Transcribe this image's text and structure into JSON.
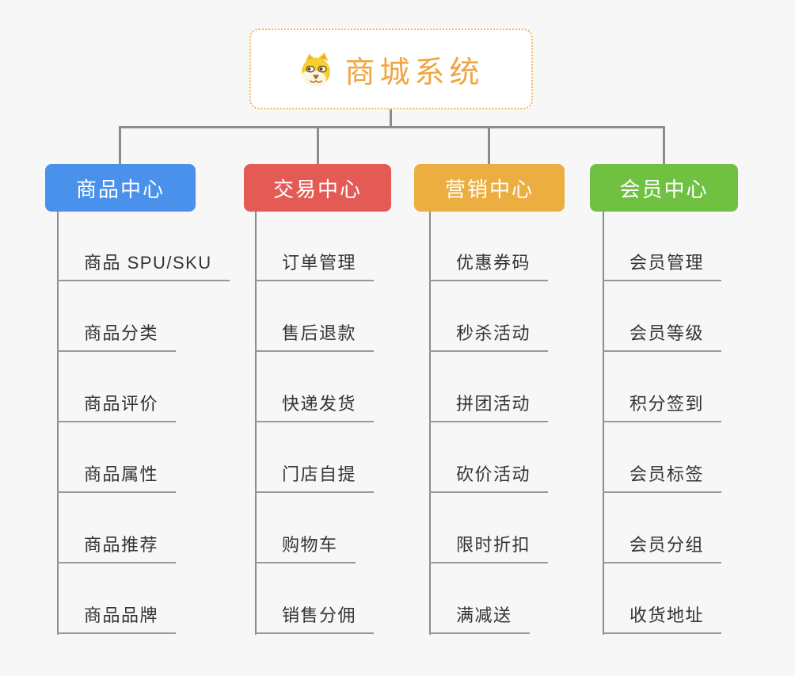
{
  "root": {
    "title": "商城系统",
    "icon": "dog-icon",
    "accent_color": "#f0a540",
    "border_color": "#f2b45e"
  },
  "line_color": "#8c8c8c",
  "underline_color": "#999999",
  "branches": [
    {
      "label": "商品中心",
      "color": "#4a91ec",
      "items": [
        "商品 SPU/SKU",
        "商品分类",
        "商品评价",
        "商品属性",
        "商品推荐",
        "商品品牌"
      ]
    },
    {
      "label": "交易中心",
      "color": "#e45a54",
      "items": [
        "订单管理",
        "售后退款",
        "快递发货",
        "门店自提",
        "购物车",
        "销售分佣"
      ]
    },
    {
      "label": "营销中心",
      "color": "#ecae40",
      "items": [
        "优惠券码",
        "秒杀活动",
        "拼团活动",
        "砍价活动",
        "限时折扣",
        "满减送"
      ]
    },
    {
      "label": "会员中心",
      "color": "#70c142",
      "items": [
        "会员管理",
        "会员等级",
        "积分签到",
        "会员标签",
        "会员分组",
        "收货地址"
      ]
    }
  ]
}
